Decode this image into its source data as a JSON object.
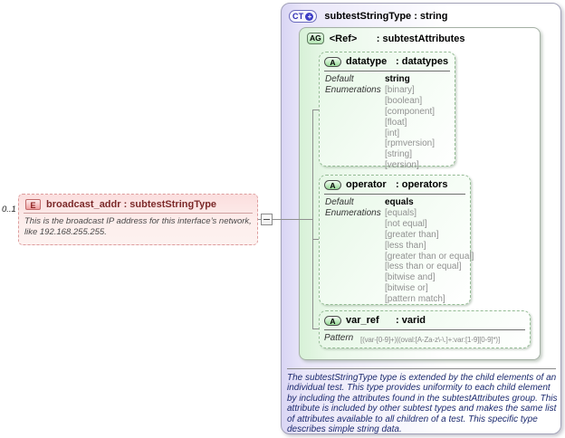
{
  "element": {
    "cardinality": "0..1",
    "badge": "E",
    "title": "broadcast_addr : subtestStringType",
    "annotation": "This is the broadcast IP address for this interface’s network, like 192.168.255.255."
  },
  "icons": {
    "collapse_handle": "minus-icon",
    "extension": "plus-icon"
  },
  "complex_type": {
    "badge": "CT",
    "plus": "+",
    "title": "subtestStringType : string",
    "annotation": "The subtestStringType type is extended by the child elements of an individual test.  This type provides uniformity to each child element by including the attributes found in the subtestAttributes group.  This attribute is included by other subtest types and makes the same list of attributes available to all children of a test.  This specific type describes simple string data."
  },
  "attribute_group": {
    "badge": "AG",
    "ref_label": "<Ref>",
    "name_label": ": subtestAttributes"
  },
  "attributes": {
    "datatype": {
      "badge": "A",
      "name": "datatype",
      "type_label": ": datatypes",
      "default_label": "Default",
      "default_value": "string",
      "enumerations_label": "Enumerations",
      "enumerations": [
        "[binary]",
        "[boolean]",
        "[component]",
        "[float]",
        "[int]",
        "[rpmversion]",
        "[string]",
        "[version]"
      ]
    },
    "operator": {
      "badge": "A",
      "name": "operator",
      "type_label": ": operators",
      "default_label": "Default",
      "default_value": "equals",
      "enumerations_label": "Enumerations",
      "enumerations": [
        "[equals]",
        "[not equal]",
        "[greater than]",
        "[less than]",
        "[greater than or equal]",
        "[less than or equal]",
        "[bitwise and]",
        "[bitwise or]",
        "[pattern match]"
      ]
    },
    "var_ref": {
      "badge": "A",
      "name": "var_ref",
      "type_label": ": varid",
      "pattern_label": "Pattern",
      "pattern_value": "[(var-[0-9]+)|(oval:[A-Za-z\\-\\.]+:var:[1-9][0-9]*)]"
    }
  },
  "colors": {
    "element_accent": "#dd9d9d",
    "complextype_accent": "#3e3ec6",
    "attribute_accent": "#96da96",
    "annotation_text": "#1c2a6e"
  }
}
